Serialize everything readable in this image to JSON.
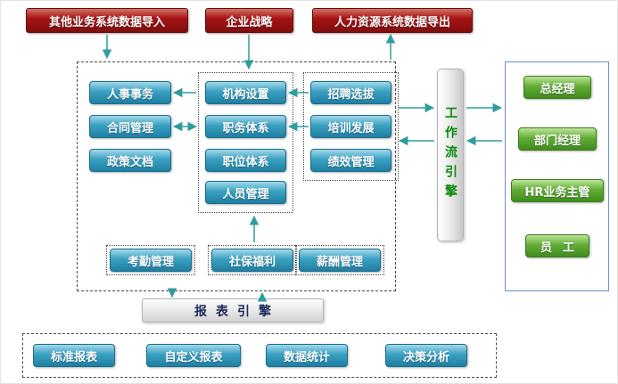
{
  "colors": {
    "accent_red": "#a81414",
    "accent_teal": "#2e96ba",
    "accent_green": "#57a82e",
    "arrow": "#2f9d9d",
    "roles_panel_border": "#6a8fce"
  },
  "top_buttons": {
    "import": "其他业务系统数据导入",
    "strategy": "企业战略",
    "export": "人力资源系统数据导出"
  },
  "core_system": {
    "left_modules": [
      "人事事务",
      "合同管理",
      "政策文档"
    ],
    "org_modules": [
      "机构设置",
      "职务体系",
      "职位体系",
      "人员管理"
    ],
    "process_modules": [
      "招聘选拔",
      "培训发展",
      "绩效管理"
    ],
    "operation_modules": [
      "考勤管理",
      "社保福利",
      "薪酬管理"
    ]
  },
  "workflow_engine_label": "工作流引擎",
  "roles": [
    "总经理",
    "部门经理",
    "HR业务主管",
    "员工"
  ],
  "report_engine_label": "报表引擎",
  "report_modules": [
    "标准报表",
    "自定义报表",
    "数据统计",
    "决策分析"
  ]
}
